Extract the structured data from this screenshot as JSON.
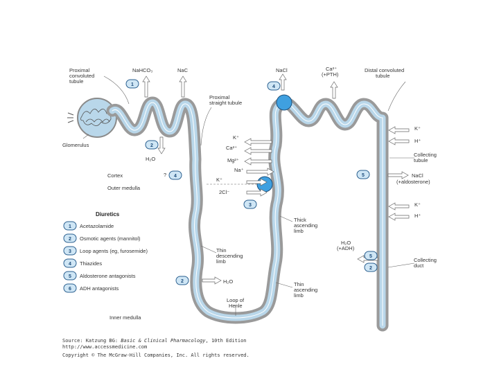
{
  "labels": {
    "proximal_convoluted": [
      "Proximal",
      "convoluted",
      "tubule"
    ],
    "nahco3": "NaHCO₃",
    "nacl_top": "NaC",
    "nacl_distal": "NaCl",
    "ca_pth": [
      "Ca²⁺",
      "(+PTH)"
    ],
    "distal_convoluted": [
      "Distal convoluted",
      "tubule"
    ],
    "proximal_straight": [
      "Proximal",
      "straight tubule"
    ],
    "glomerulus": "Glomerulus",
    "h2o_top": "H₂O",
    "cortex": "Cortex",
    "outer_medulla": "Outer medulla",
    "ions_thick": [
      "K⁺",
      "Ca²⁺",
      "Mg²⁺",
      "Na⁺",
      "K⁺",
      "2Cl⁻"
    ],
    "k_right_1": "K⁺",
    "h_right_1": "H⁺",
    "collecting_tubule": [
      "Collecting",
      "tubule"
    ],
    "nacl_aldo": [
      "NaCl",
      "(+aldosterone)"
    ],
    "k_right_2": "K⁺",
    "h_right_2": "H⁺",
    "thick_ascending": [
      "Thick",
      "ascending",
      "limb"
    ],
    "h2o_adh": [
      "H₂O",
      "(+ADH)"
    ],
    "collecting_duct": [
      "Collecting",
      "duct"
    ],
    "thin_descending": [
      "Thin",
      "descending",
      "limb"
    ],
    "h2o_thin": "H₂O",
    "thin_ascending": [
      "Thin",
      "ascending",
      "limb"
    ],
    "loop_of_henle": [
      "Loop of",
      "Henle"
    ],
    "inner_medulla": "Inner medulla",
    "question": "?"
  },
  "legend": {
    "title": "Diuretics",
    "items": [
      {
        "num": "1",
        "label": "Acetazolamide"
      },
      {
        "num": "2",
        "label": "Osmotic agents (mannitol)"
      },
      {
        "num": "3",
        "label": "Loop agents (eg, furosemide)"
      },
      {
        "num": "4",
        "label": "Thiazides"
      },
      {
        "num": "5",
        "label": "Aldosterone antagonists"
      },
      {
        "num": "6",
        "label": "ADH antagonists"
      }
    ]
  },
  "badges": {
    "b1": "1",
    "b2a": "2",
    "b4a": "4",
    "b4b": "4",
    "b3": "3",
    "b5a": "5",
    "b2b": "2",
    "b5b": "5",
    "b2c": "2"
  },
  "source": {
    "line1_prefix": "Source: Katzung BG: ",
    "line1_title": "Basic & Clinical Pharmacology",
    "line1_suffix": ", 10th Edition",
    "line2": "http://www.accessmedicine.com",
    "line3": "Copyright © The McGraw-Hill Companies, Inc. All rights reserved."
  },
  "colors": {
    "tube_wall": "#9a9a9a",
    "lumen": "#b9d7ea",
    "transporter": "#3fa0e0",
    "badge_border": "#2a5f8f"
  }
}
